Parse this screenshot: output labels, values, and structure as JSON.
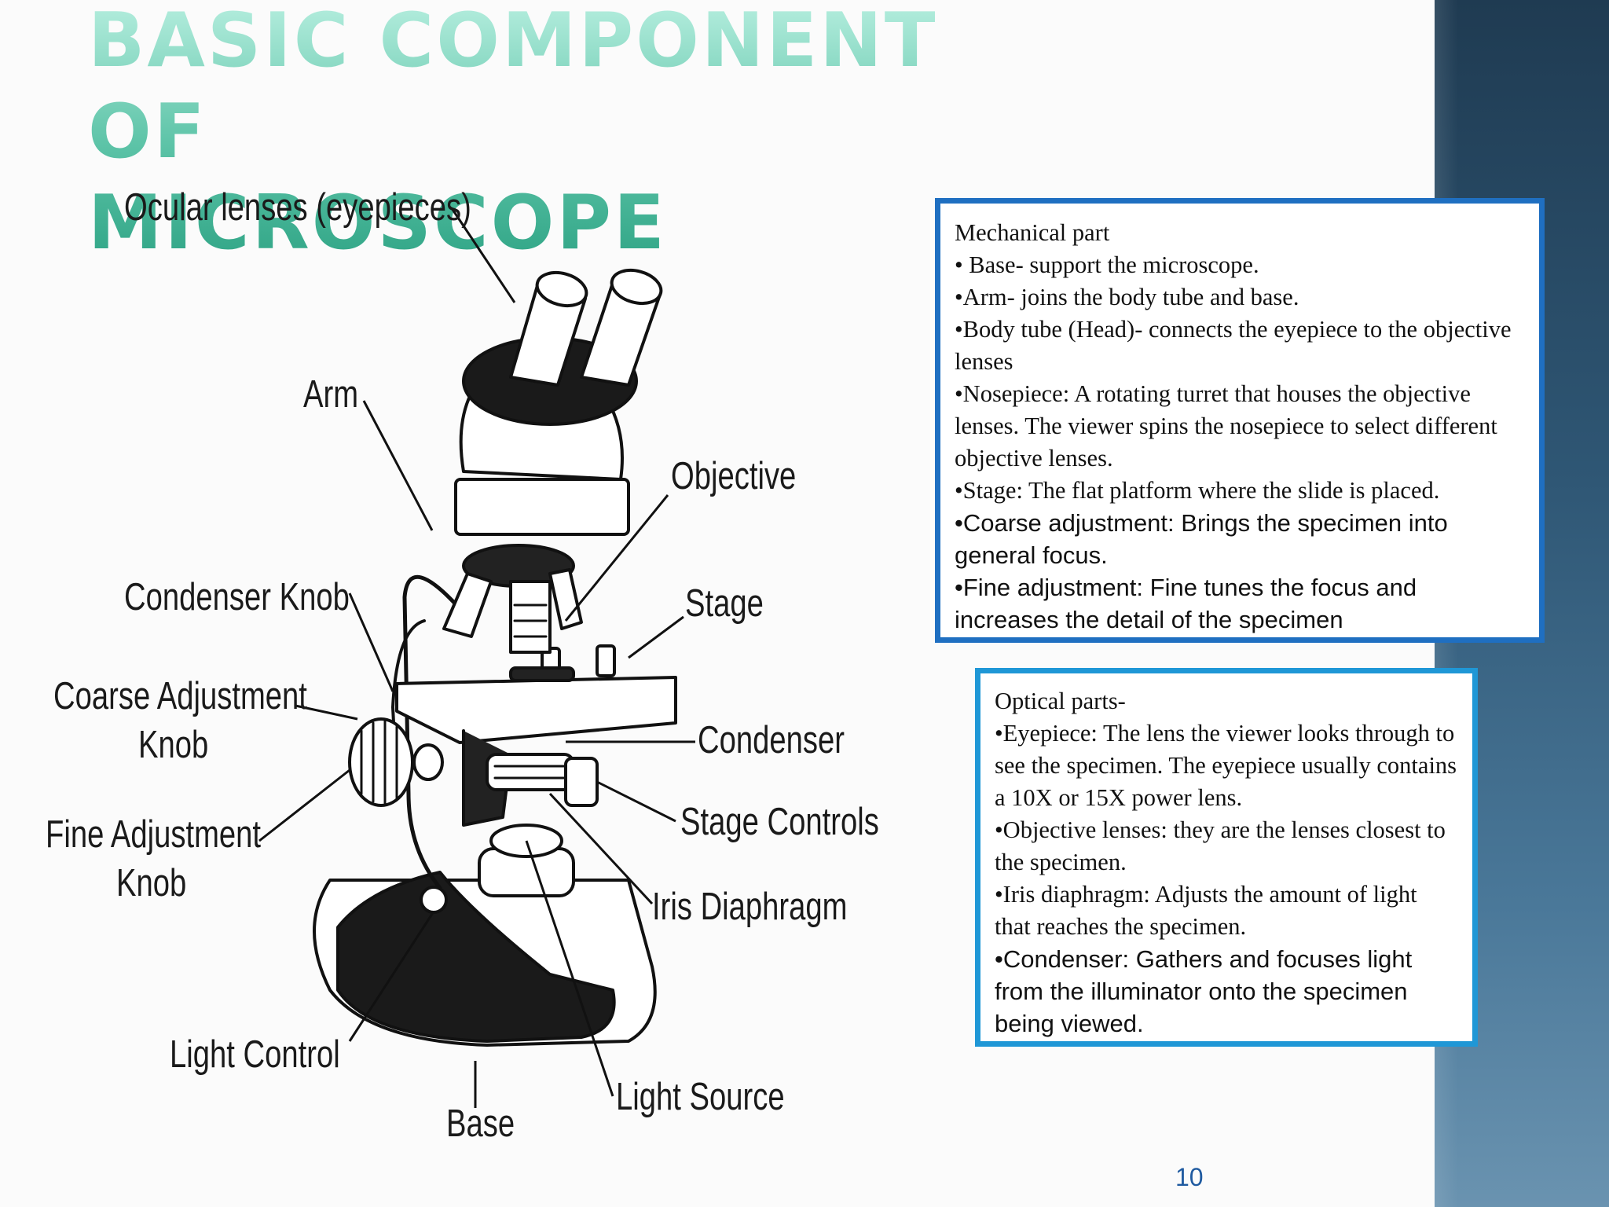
{
  "slide": {
    "title_line1": "BASIC COMPONENT OF",
    "title_line2": "MICROSCOPE",
    "page_number": "10"
  },
  "diagram": {
    "labels": {
      "ocular": "Ocular lenses (eyepieces)",
      "arm": "Arm",
      "objective": "Objective",
      "condenser_knob": "Condenser Knob",
      "stage": "Stage",
      "coarse_1": "Coarse Adjustment",
      "coarse_2": "Knob",
      "condenser": "Condenser",
      "fine_1": "Fine Adjustment",
      "fine_2": "Knob",
      "stage_controls": "Stage Controls",
      "iris": "Iris Diaphragm",
      "light_control": "Light Control",
      "light_source": "Light Source",
      "base": "Base"
    }
  },
  "mechanical": {
    "heading": "Mechanical part",
    "items": [
      "• Base- support the microscope.",
      "•Arm-  joins the body tube and base.",
      "•Body tube (Head)- connects the eyepiece to the objective lenses",
      "•Nosepiece: A rotating turret that houses the objective lenses. The viewer spins the nosepiece to select different objective lenses.",
      "•Stage: The flat platform where the slide is placed.",
      "•Coarse adjustment: Brings the specimen into general focus.",
      "•Fine adjustment: Fine tunes the focus and increases the detail of the specimen"
    ]
  },
  "optical": {
    "heading": "Optical parts-",
    "items": [
      "•Eyepiece: The lens the viewer looks through to see the specimen. The eyepiece usually contains a 10X or 15X power lens.",
      "•Objective lenses: they are the lenses closest to the specimen.",
      "•Iris diaphragm: Adjusts the amount of light that reaches the specimen.",
      "•Condenser: Gathers and focuses light from the illuminator onto the specimen being viewed."
    ]
  }
}
